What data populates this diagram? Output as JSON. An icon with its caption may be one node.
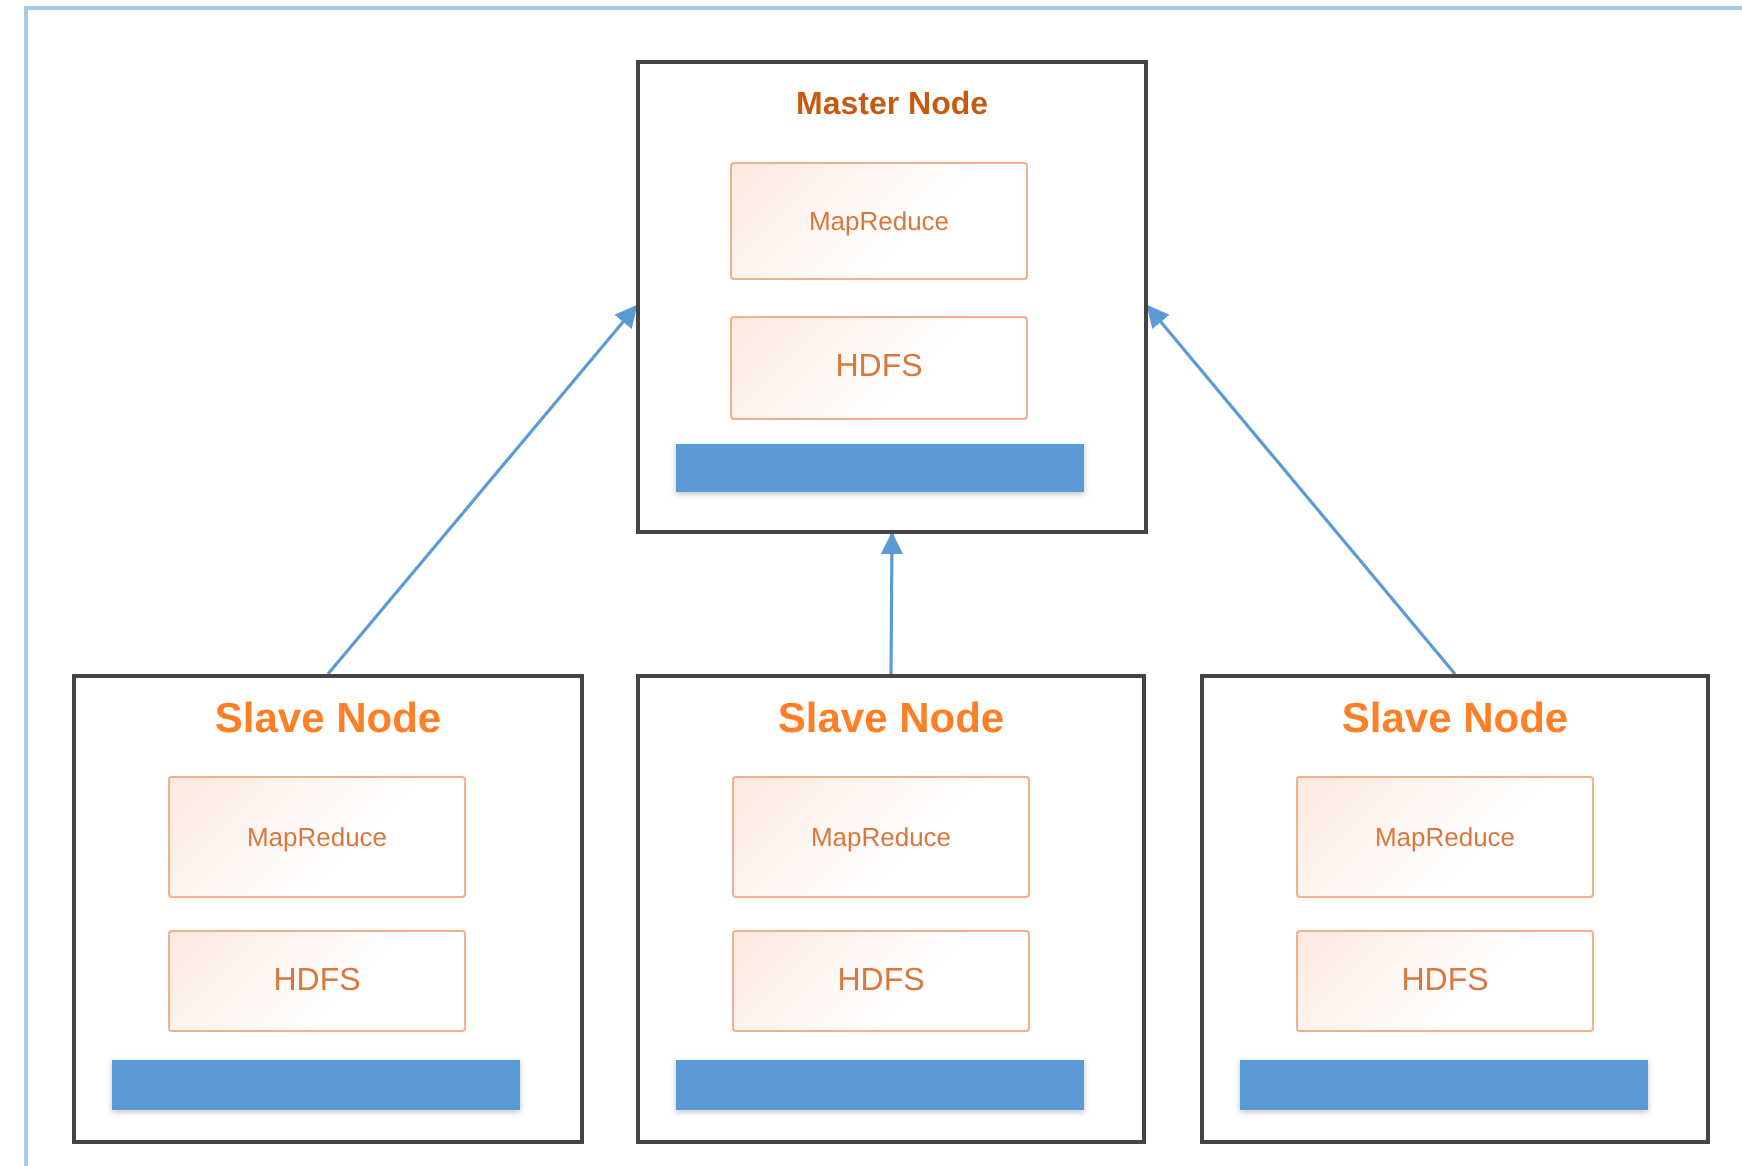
{
  "diagram": {
    "nodes": [
      {
        "text": [
          "Master Node"
        ]
      },
      {
        "text": [
          "MapReduce"
        ],
        "in": 0
      },
      {
        "text": [
          "HDFS"
        ],
        "in": 0
      },
      {
        "text": [],
        "shape": "bar",
        "in": 0
      },
      {
        "text": [
          "Slave Node"
        ]
      },
      {
        "text": [
          "MapReduce"
        ],
        "in": 4
      },
      {
        "text": [
          "HDFS"
        ],
        "in": 4
      },
      {
        "text": [],
        "shape": "bar",
        "in": 4
      },
      {
        "text": [
          "Slave Node"
        ]
      },
      {
        "text": [
          "MapReduce"
        ],
        "in": 8
      },
      {
        "text": [
          "HDFS"
        ],
        "in": 8
      },
      {
        "text": [],
        "shape": "bar",
        "in": 8
      },
      {
        "text": [
          "Slave Node"
        ]
      },
      {
        "text": [
          "MapReduce"
        ],
        "in": 12
      },
      {
        "text": [
          "HDFS"
        ],
        "in": 12
      },
      {
        "text": [],
        "shape": "bar",
        "in": 12
      }
    ],
    "edges": [
      {
        "from": 4,
        "to": 0,
        "arrow": "to"
      },
      {
        "from": 8,
        "to": 0,
        "arrow": "to"
      },
      {
        "from": 12,
        "to": 0,
        "arrow": "to"
      }
    ]
  }
}
